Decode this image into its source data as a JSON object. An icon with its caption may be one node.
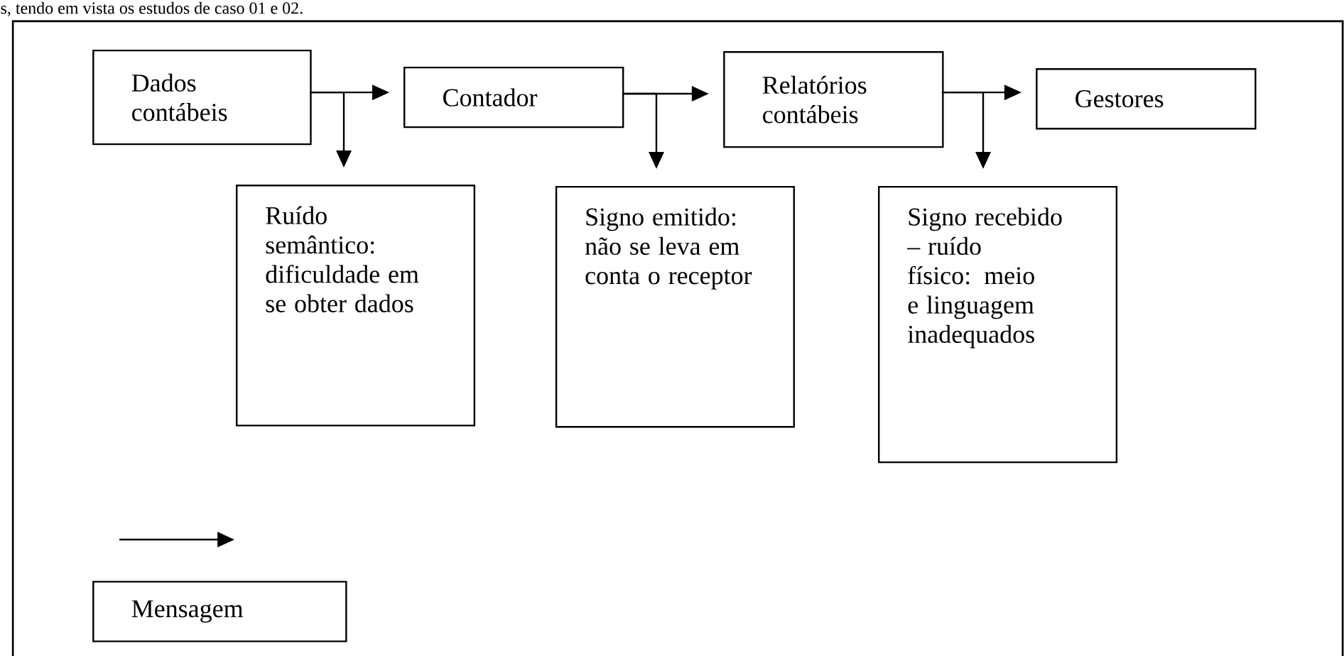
{
  "diagram": {
    "nodes": [
      {
        "text": [
          "Dados contábeis"
        ]
      },
      {
        "text": [
          "Contador"
        ]
      },
      {
        "text": [
          "Relatórios contábeis"
        ]
      },
      {
        "text": [
          "Gestores"
        ]
      },
      {
        "text": [
          "Ruído semântico: dificuldade em se obter dados"
        ]
      },
      {
        "text": [
          "Signo emitido: não se leva em conta o receptor"
        ]
      },
      {
        "text": [
          "Signo recebido – ruído físico: meio e linguagem inadequados"
        ]
      }
    ],
    "edges": [
      {
        "from": 0,
        "to": 1,
        "arrow": "to"
      },
      {
        "from": 0,
        "to": 4,
        "arrow": "to"
      },
      {
        "from": 1,
        "to": 2,
        "arrow": "to"
      },
      {
        "from": 1,
        "to": 5,
        "arrow": "to"
      },
      {
        "from": 2,
        "to": 3,
        "arrow": "to"
      },
      {
        "from": 2,
        "to": 6,
        "arrow": "to"
      }
    ],
    "labels": [
      "s, tendo em vista os estudos de caso 01 e 02."
    ],
    "legend": [
      {
        "text": "Mensagem"
      }
    ]
  }
}
